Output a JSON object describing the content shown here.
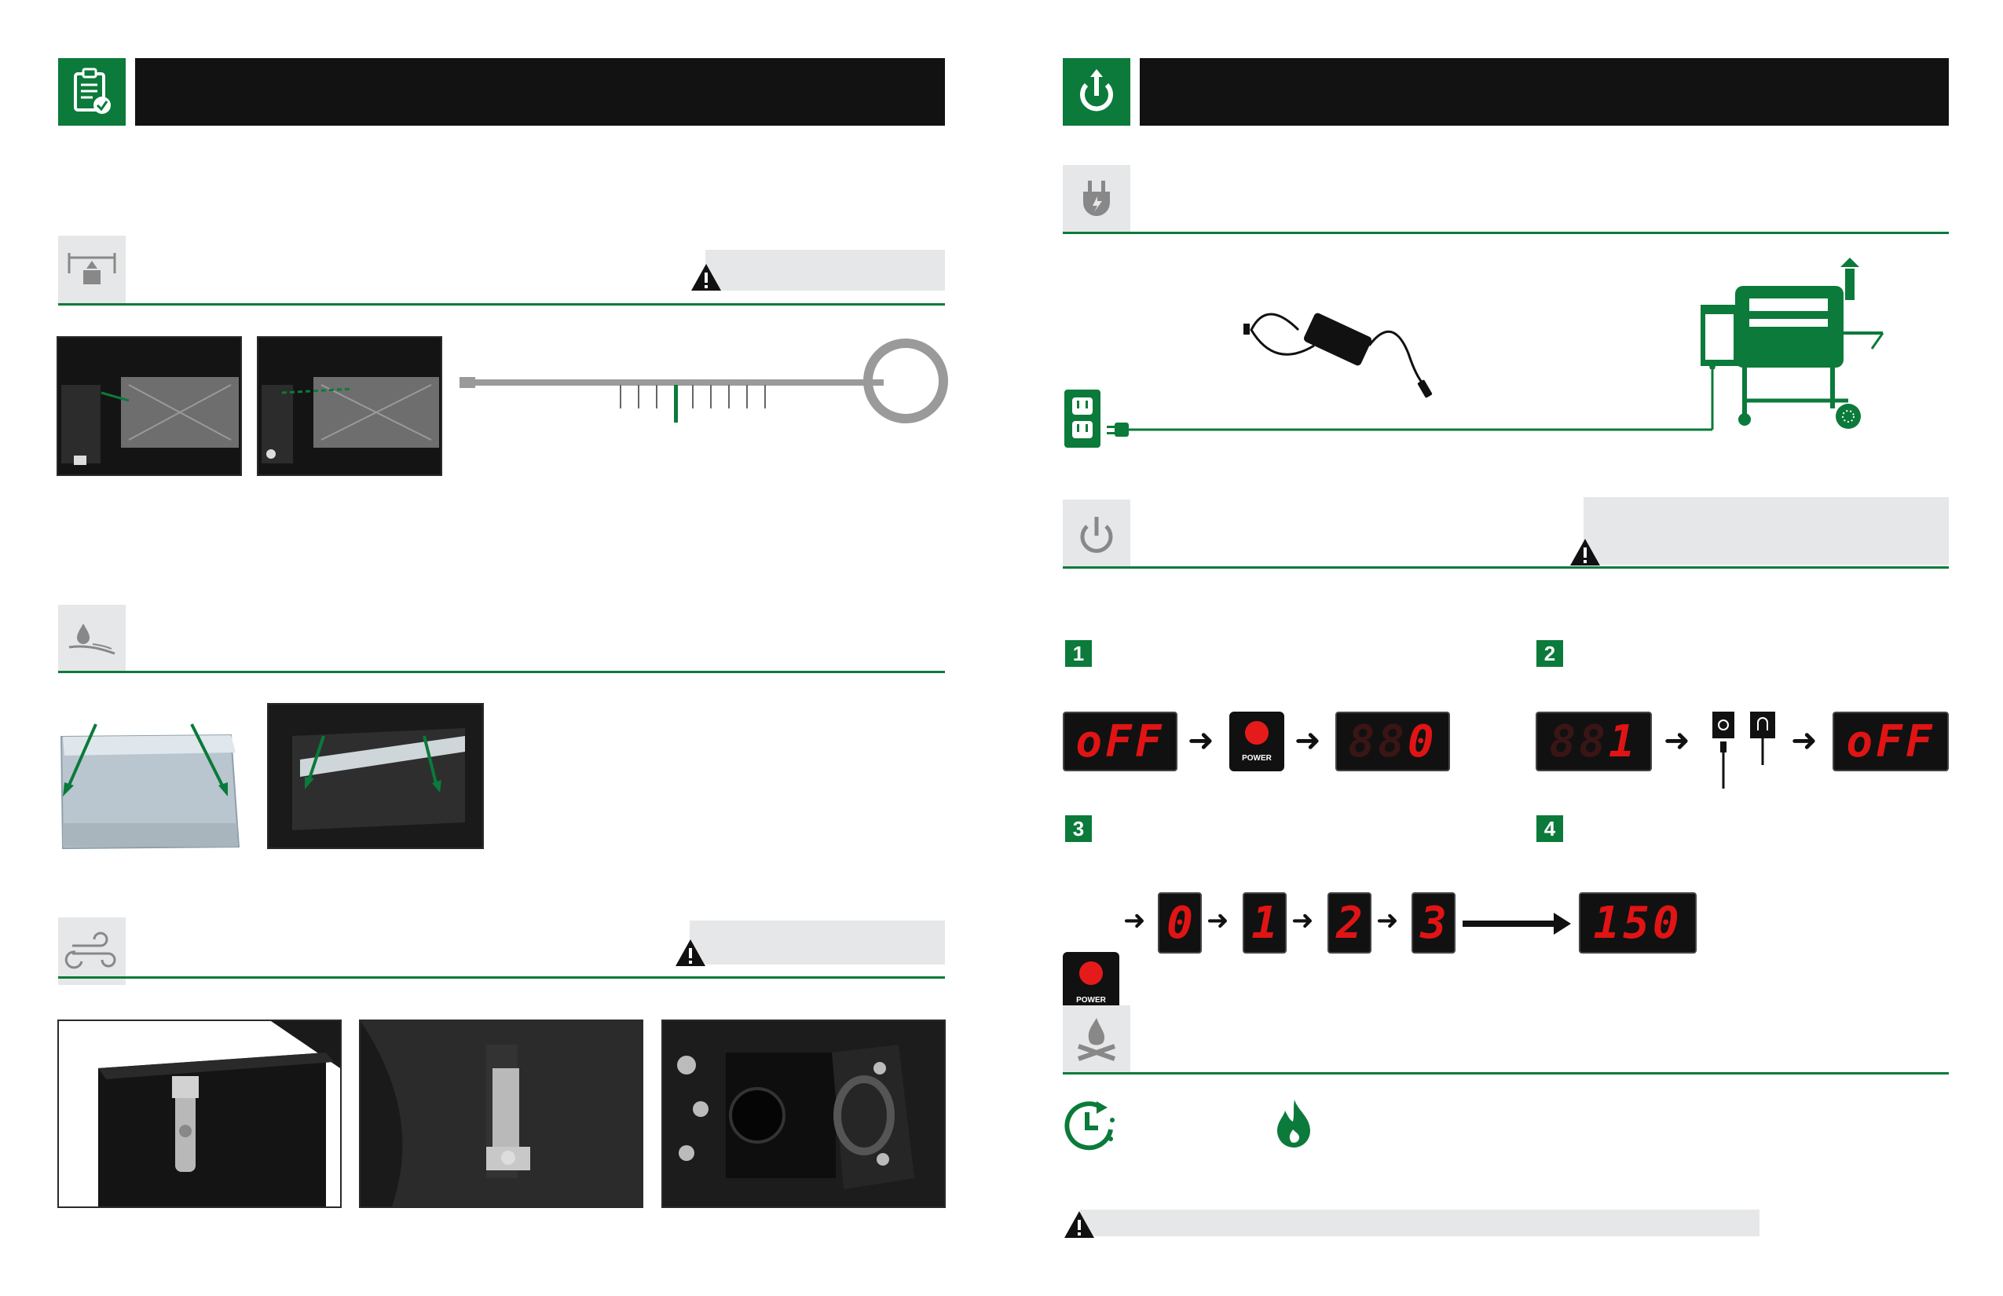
{
  "left_header": {
    "icon": "clipboard-check-icon"
  },
  "right_header": {
    "icon": "power-icon"
  },
  "sections": {
    "auger": {
      "icon": "auger-level-icon"
    },
    "grease": {
      "icon": "oil-drop-icon"
    },
    "vent": {
      "icon": "wind-icon"
    },
    "plug": {
      "icon": "plug-icon"
    },
    "power": {
      "icon": "power-icon"
    },
    "fire": {
      "icon": "campfire-icon"
    }
  },
  "power_steps": [
    {
      "num": "1",
      "display_start": "oFF",
      "button_label": "POWER",
      "display_end": "0"
    },
    {
      "num": "2",
      "display_start": "1",
      "display_end": "oFF"
    },
    {
      "num": "3",
      "button_label": "POWER",
      "sequence": [
        "0",
        "1",
        "2",
        "3"
      ],
      "display_end": "150"
    },
    {
      "num": "4"
    }
  ],
  "colors": {
    "brand_green": "#0b7a3a",
    "header_black": "#121212",
    "led_red": "#e01414",
    "panel_gray": "#e6e7e8"
  }
}
